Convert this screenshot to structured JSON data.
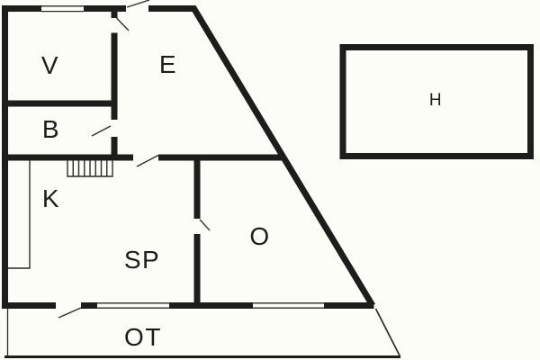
{
  "colors": {
    "background": "#fdfdf7",
    "wall": "#1d1d1b",
    "thin_line": "#2a2a28",
    "label": "#1c1c1c"
  },
  "floor_plan": {
    "rooms": [
      {
        "id": "v",
        "label": "V"
      },
      {
        "id": "e",
        "label": "E"
      },
      {
        "id": "b",
        "label": "B"
      },
      {
        "id": "k",
        "label": "K"
      },
      {
        "id": "sp",
        "label": "SP"
      },
      {
        "id": "o",
        "label": "O"
      },
      {
        "id": "ot",
        "label": "OT"
      },
      {
        "id": "h",
        "label": "H"
      }
    ],
    "features": {
      "windows": 3,
      "door_swings": 6,
      "stair_treads": 8
    }
  }
}
